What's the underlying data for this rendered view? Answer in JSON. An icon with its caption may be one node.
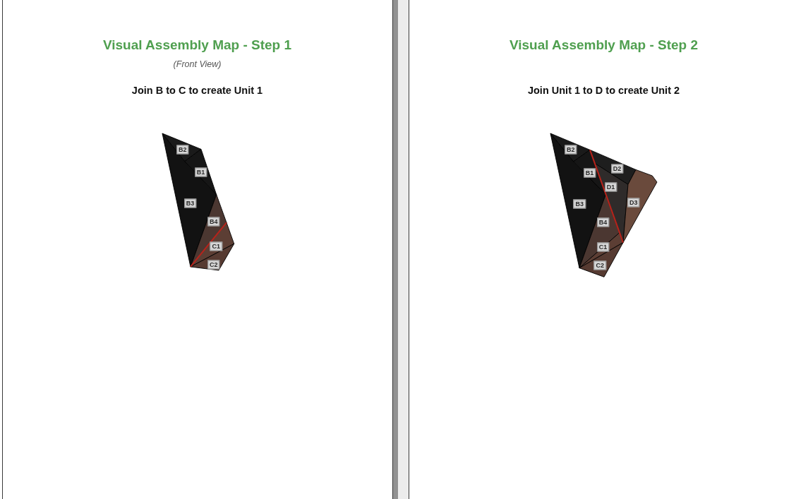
{
  "diagram": {
    "nodes": [
      {
        "text": [
          "Visual Assembly Map - Step 1",
          "(Front View)",
          "Join B to C to create Unit 1"
        ]
      },
      {
        "text": [
          "B2"
        ],
        "in": 0
      },
      {
        "text": [
          "B1"
        ],
        "in": 0
      },
      {
        "text": [
          "B3"
        ],
        "in": 0
      },
      {
        "text": [
          "B4"
        ],
        "in": 0
      },
      {
        "text": [
          "C1"
        ],
        "in": 0
      },
      {
        "text": [
          "C2"
        ],
        "in": 0
      },
      {
        "text": [
          "Visual Assembly Map - Step 2",
          "Join Unit 1 to D to create Unit 2"
        ]
      },
      {
        "text": [
          "B2"
        ],
        "in": 7
      },
      {
        "text": [
          "B1"
        ],
        "in": 7
      },
      {
        "text": [
          "D2"
        ],
        "in": 7
      },
      {
        "text": [
          "D1"
        ],
        "in": 7
      },
      {
        "text": [
          "B3"
        ],
        "in": 7
      },
      {
        "text": [
          "D3"
        ],
        "in": 7
      },
      {
        "text": [
          "B4"
        ],
        "in": 7
      },
      {
        "text": [
          "C1"
        ],
        "in": 7
      },
      {
        "text": [
          "C2"
        ],
        "in": 7
      }
    ]
  }
}
